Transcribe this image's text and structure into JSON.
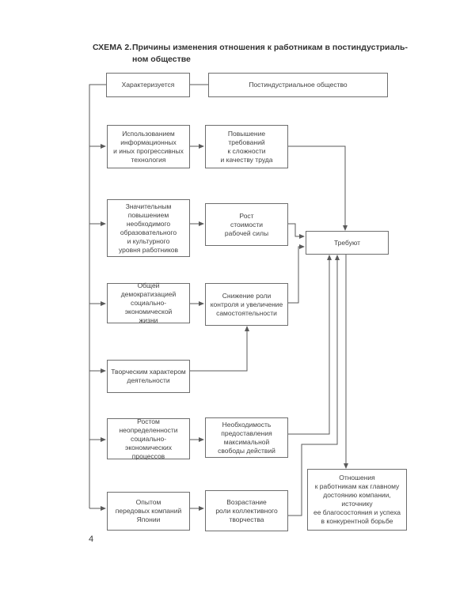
{
  "title": {
    "label": "СХЕМА 2.",
    "line1": "Причины изменения отношения к работникам в постиндустриаль-",
    "line2": "ном обществе"
  },
  "nodes": {
    "characterized": "Характеризуется",
    "society": "Постиндустриальное общество",
    "hub": "Требуют",
    "result": "Отношения\nк работникам как главному\nдостоянию компании,\nисточнику\nее благосостояния и успеха\nв конкурентной борьбе"
  },
  "rows": [
    {
      "cause": "Использованием\nинформационных\nи иных прогрессивных\nтехнология",
      "effect": "Повышение\nтребований\nк сложности\nи качеству труда"
    },
    {
      "cause": "Значительным\nповышением\nнеобходимого\nобразовательного\nи культурного\nуровня работников",
      "effect": "Рост\nстоимости\nрабочей силы"
    },
    {
      "cause": "Общей\nдемократизацией\nсоциально-экономической\nжизни",
      "effect": "Снижение роли\nконтроля и увеличение\nсамостоятельности"
    },
    {
      "cause": "Творческим характером\nдеятельности"
    },
    {
      "cause": "Ростом неопределенности\nсоциально-экономических\nпроцессов",
      "effect": "Необходимость\nпредоставления\nмаксимальной\nсвободы действий"
    },
    {
      "cause": "Опытом\nпередовых компаний\nЯпонии",
      "effect": "Возрастание\nроли коллективного\nтворчества"
    }
  ],
  "page_number": "4",
  "colors": {
    "background": "#ffffff",
    "line": "#5a5a5a",
    "border": "#6e6e6e",
    "text": "#424242"
  }
}
